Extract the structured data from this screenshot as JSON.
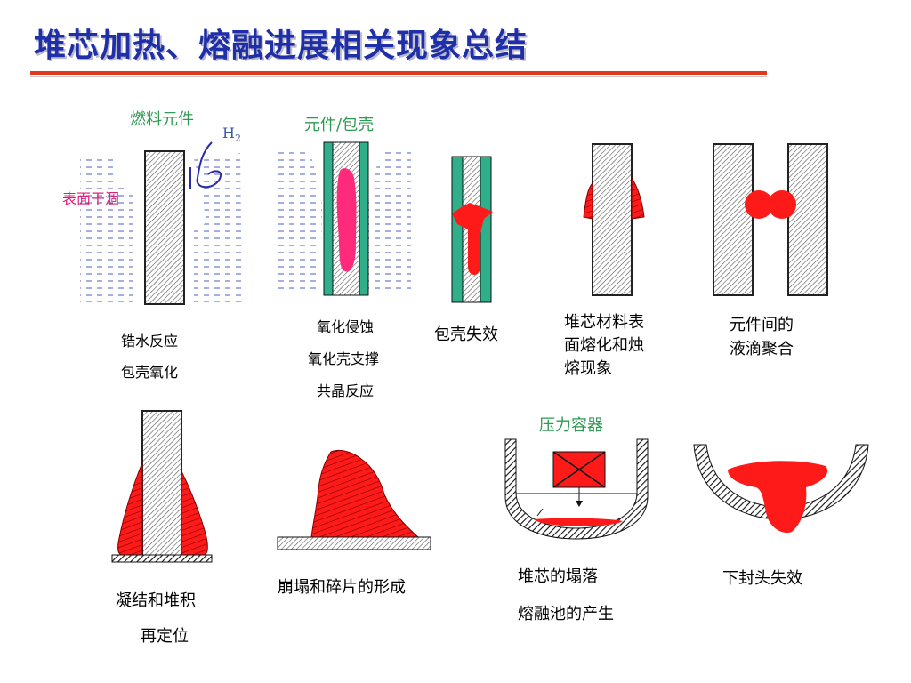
{
  "title": "堆芯加热、熔融进展相关现象总结",
  "labels": {
    "fuel_element": "燃料元件",
    "h2": "H",
    "h2_sub": "2",
    "surface_dry": "表面干涸",
    "element_cladding": "元件/包壳",
    "pressure_vessel": "压力容器"
  },
  "captions": {
    "zr_water_1": "锆水反应",
    "zr_water_2": "包壳氧化",
    "ox_1": "氧化侵蚀",
    "ox_2": "氧化壳支撑",
    "ox_3": "共晶反应",
    "clad_fail": "包壳失效",
    "core_melt_1": "堆芯材料表",
    "core_melt_2": "面熔化和烛",
    "core_melt_3": "熔现象",
    "droplet_1": "元件间的",
    "droplet_2": "液滴聚合",
    "relocate_1": "凝结和堆积",
    "relocate_2": "再定位",
    "debris": "崩塌和碎片的形成",
    "pool_1": "堆芯的塌落",
    "pool_2": "熔融池的产生",
    "head_fail": "下封头失效"
  },
  "colors": {
    "title": "#1f2fa8",
    "rule": "#e03a1e",
    "melt_red": "#ff1a1a",
    "pink_melt": "#ff2a7a",
    "cladding_green": "#2fb08a",
    "water_blue": "#4a5fc0",
    "label_green": "#2f9a53",
    "label_pink": "#e0207a"
  }
}
